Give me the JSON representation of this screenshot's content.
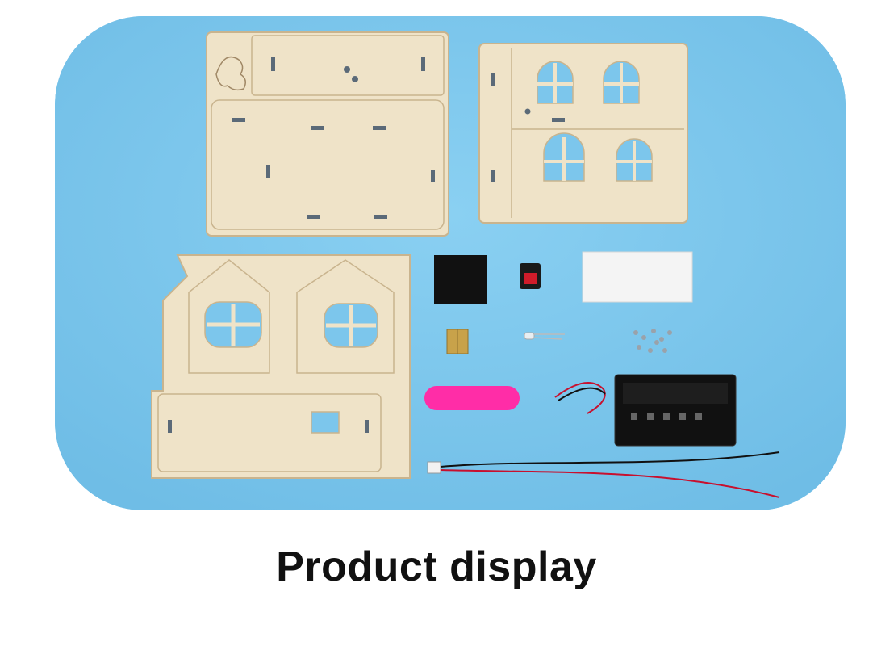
{
  "caption": "Product display",
  "colors": {
    "background": "#7cc6ec",
    "wood": "#efe3c8",
    "wood_edge": "#c9b48e",
    "caption": "#111111"
  },
  "photo": {
    "description_items": [
      "wooden-panel-base",
      "wooden-panel-front",
      "wooden-panel-roof-sides",
      "black-foam-pad",
      "rocker-switch",
      "double-sided-tape",
      "brass-hinge",
      "led",
      "screws",
      "pink-strap",
      "battery-holder",
      "connector-cable"
    ]
  }
}
